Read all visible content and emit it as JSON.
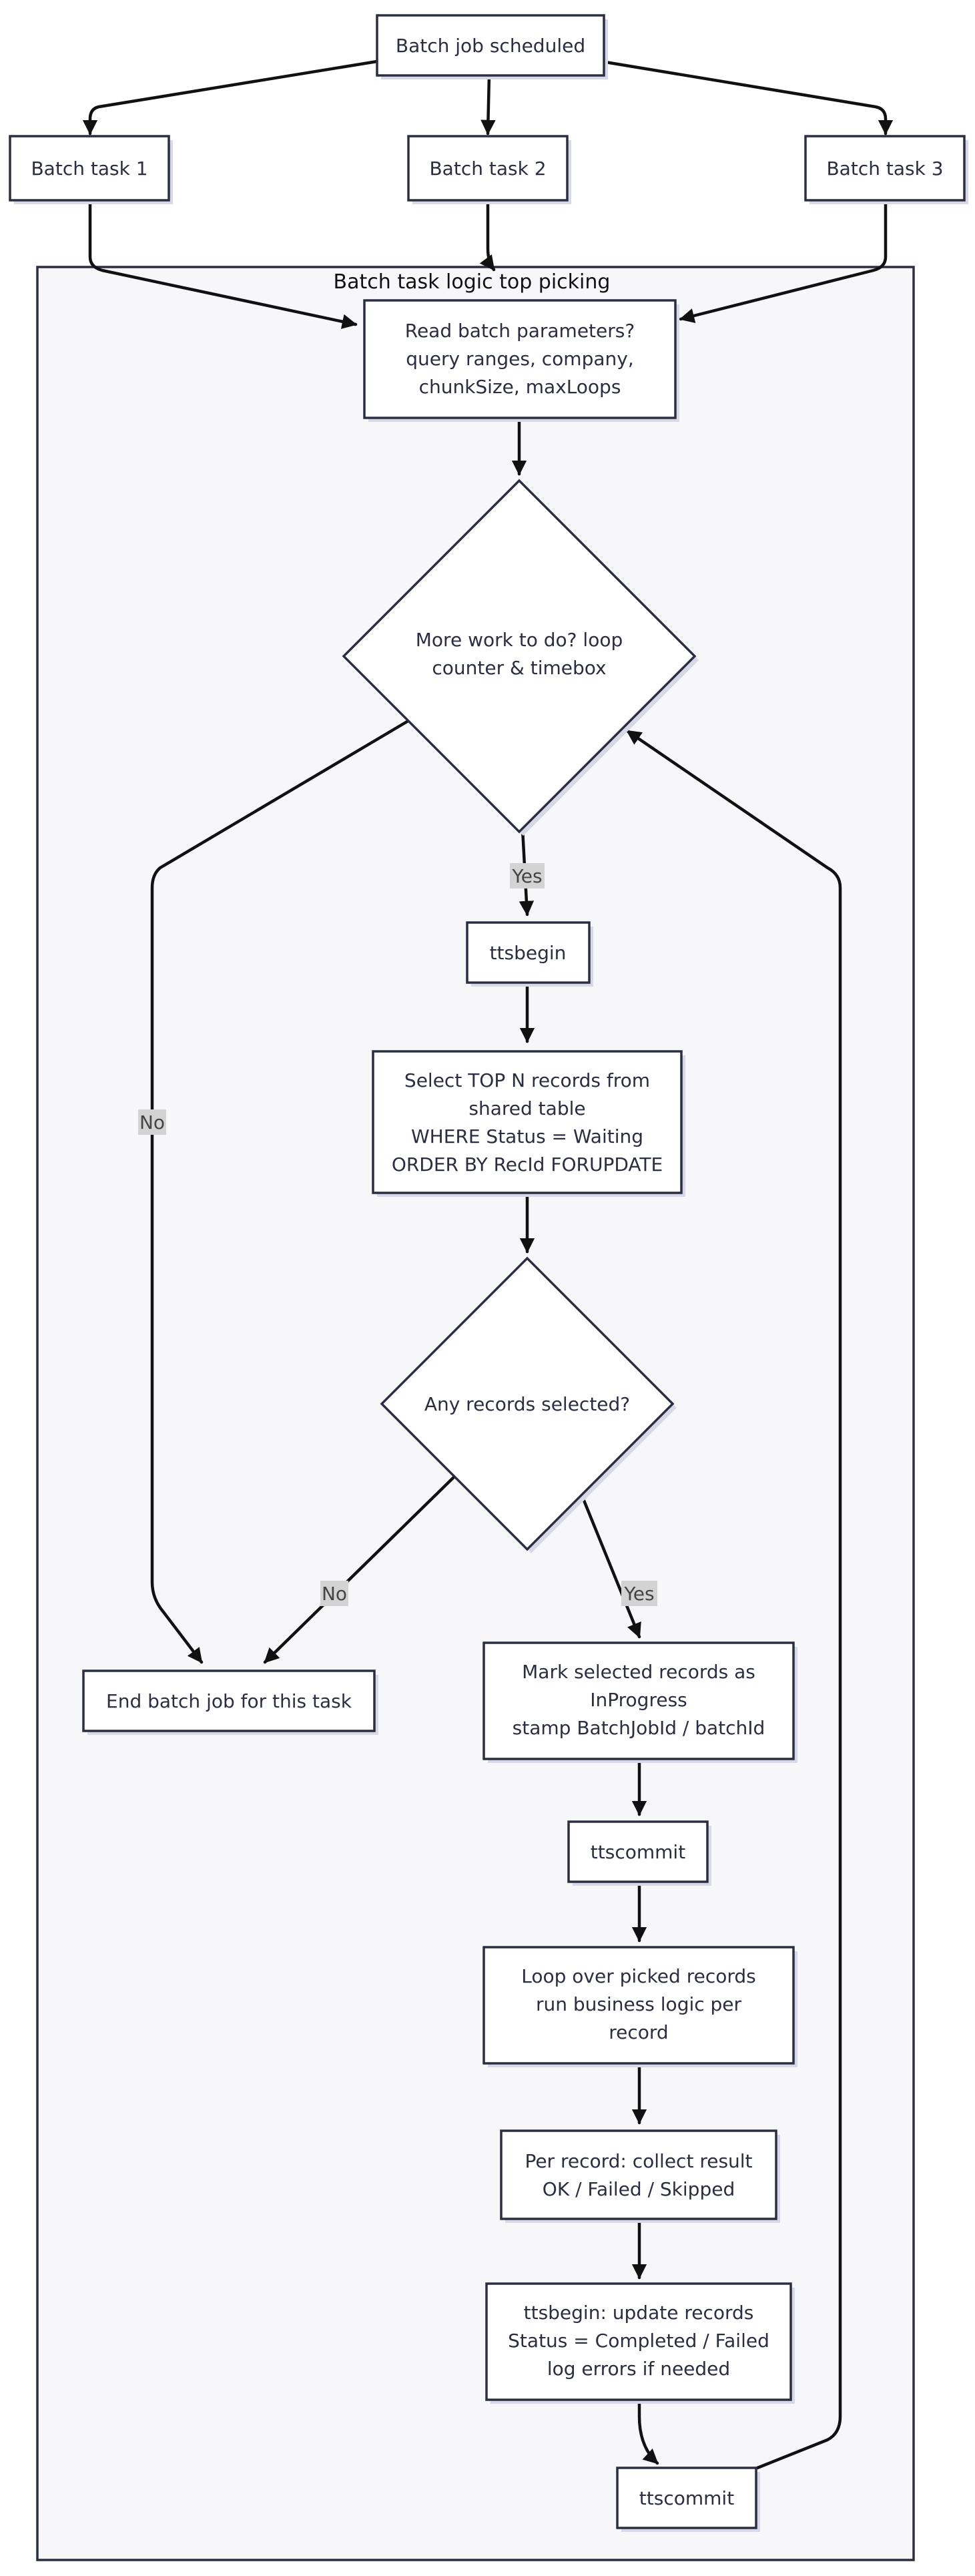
{
  "diagram": {
    "cluster_title": "Batch task logic top picking",
    "nodes": {
      "batch_job_scheduled": "Batch job scheduled",
      "batch_task_1": "Batch task 1",
      "batch_task_2": "Batch task 2",
      "batch_task_3": "Batch task 3",
      "read_params": [
        "Read batch parameters?",
        "query ranges, company,",
        "chunkSize, maxLoops"
      ],
      "more_work": [
        "More work to do? loop",
        "counter & timebox"
      ],
      "ttsbegin": "ttsbegin",
      "select_top_n": [
        "Select TOP N records from",
        "shared table",
        "WHERE Status = Waiting",
        "ORDER BY RecId FORUPDATE"
      ],
      "any_selected": "Any records selected?",
      "end_batch": "End batch job for this task",
      "mark_selected": [
        "Mark selected records as",
        "InProgress",
        "stamp BatchJobId / batchId"
      ],
      "ttscommit_1": "ttscommit",
      "loop_records": [
        "Loop over picked records",
        "run business logic per",
        "record"
      ],
      "per_record": [
        "Per record: collect result",
        "OK / Failed / Skipped"
      ],
      "ttsbegin_update": [
        "ttsbegin: update records",
        "Status = Completed / Failed",
        "log errors if needed"
      ],
      "ttscommit_2": "ttscommit"
    },
    "edge_labels": {
      "yes_more_work": "Yes",
      "no_more_work": "No",
      "no_any_selected": "No",
      "yes_any_selected": "Yes"
    }
  }
}
